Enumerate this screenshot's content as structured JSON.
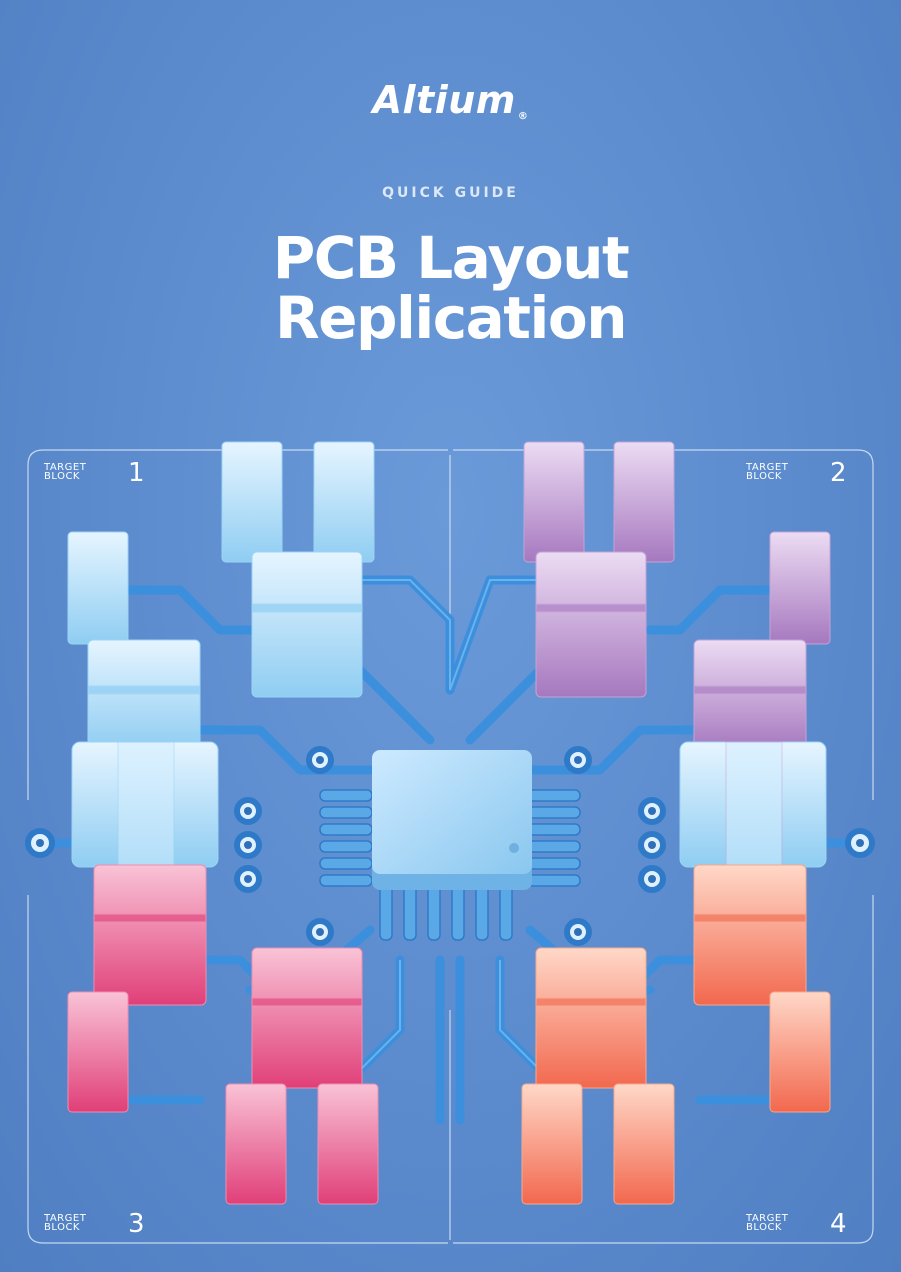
{
  "brand": {
    "name": "Altium",
    "mark": "®"
  },
  "header": {
    "kicker": "QUICK GUIDE",
    "title_line1": "PCB Layout",
    "title_line2": "Replication"
  },
  "blocks": [
    {
      "line1": "TARGET",
      "line2": "BLOCK",
      "number": "1"
    },
    {
      "line1": "TARGET",
      "line2": "BLOCK",
      "number": "2"
    },
    {
      "line1": "TARGET",
      "line2": "BLOCK",
      "number": "3"
    },
    {
      "line1": "TARGET",
      "line2": "BLOCK",
      "number": "4"
    }
  ],
  "colors": {
    "background": "#5b8bcd",
    "trace": "#4a9be0",
    "block1": "#bfe3f7",
    "block2": "#c7a8d6",
    "block3": "#e85d8c",
    "block4": "#f59a7e",
    "chip": "#a8d8f5"
  }
}
